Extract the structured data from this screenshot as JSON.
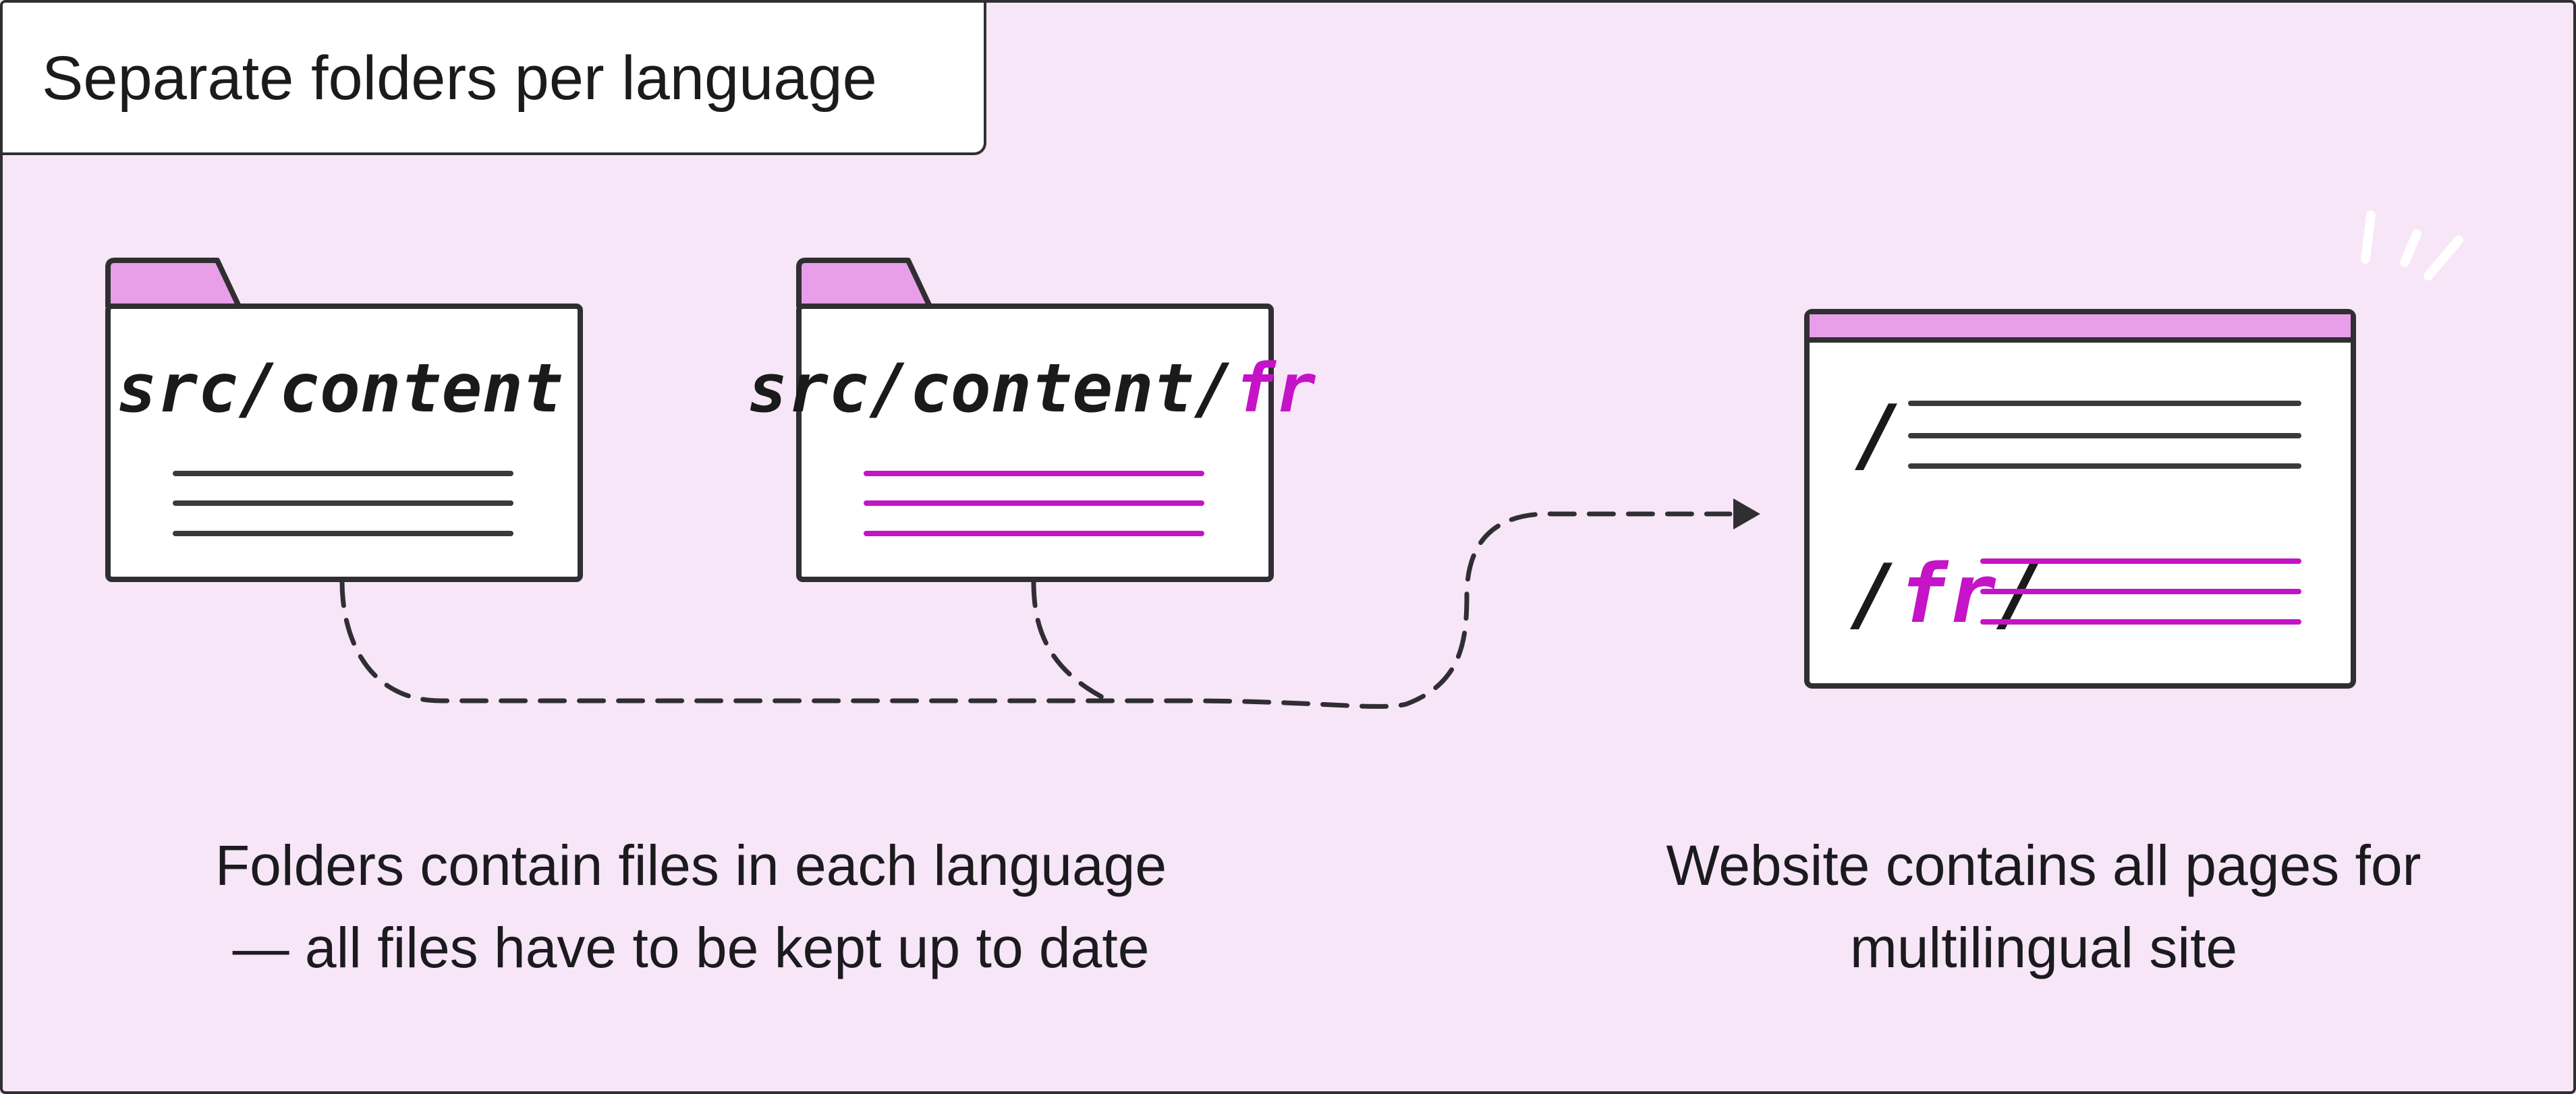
{
  "title": "Separate folders per language",
  "folders": [
    {
      "path": "src/content",
      "highlight": ""
    },
    {
      "path": "src/content/",
      "highlight": "fr"
    }
  ],
  "website": {
    "routes": [
      {
        "prefix": "/",
        "highlight": "",
        "suffix": ""
      },
      {
        "prefix": "/",
        "highlight": "fr",
        "suffix": "/"
      }
    ]
  },
  "captions": {
    "folders": {
      "line1": "Folders contain files in each language",
      "line2": "— all files have to be kept up to date"
    },
    "website": {
      "line1": "Website contains all pages for",
      "line2": "multilingual site"
    }
  },
  "colors": {
    "background": "#f7e5f8",
    "accent": "#c513c7",
    "tab": "#e89ee8",
    "ink": "#2f2f31"
  }
}
